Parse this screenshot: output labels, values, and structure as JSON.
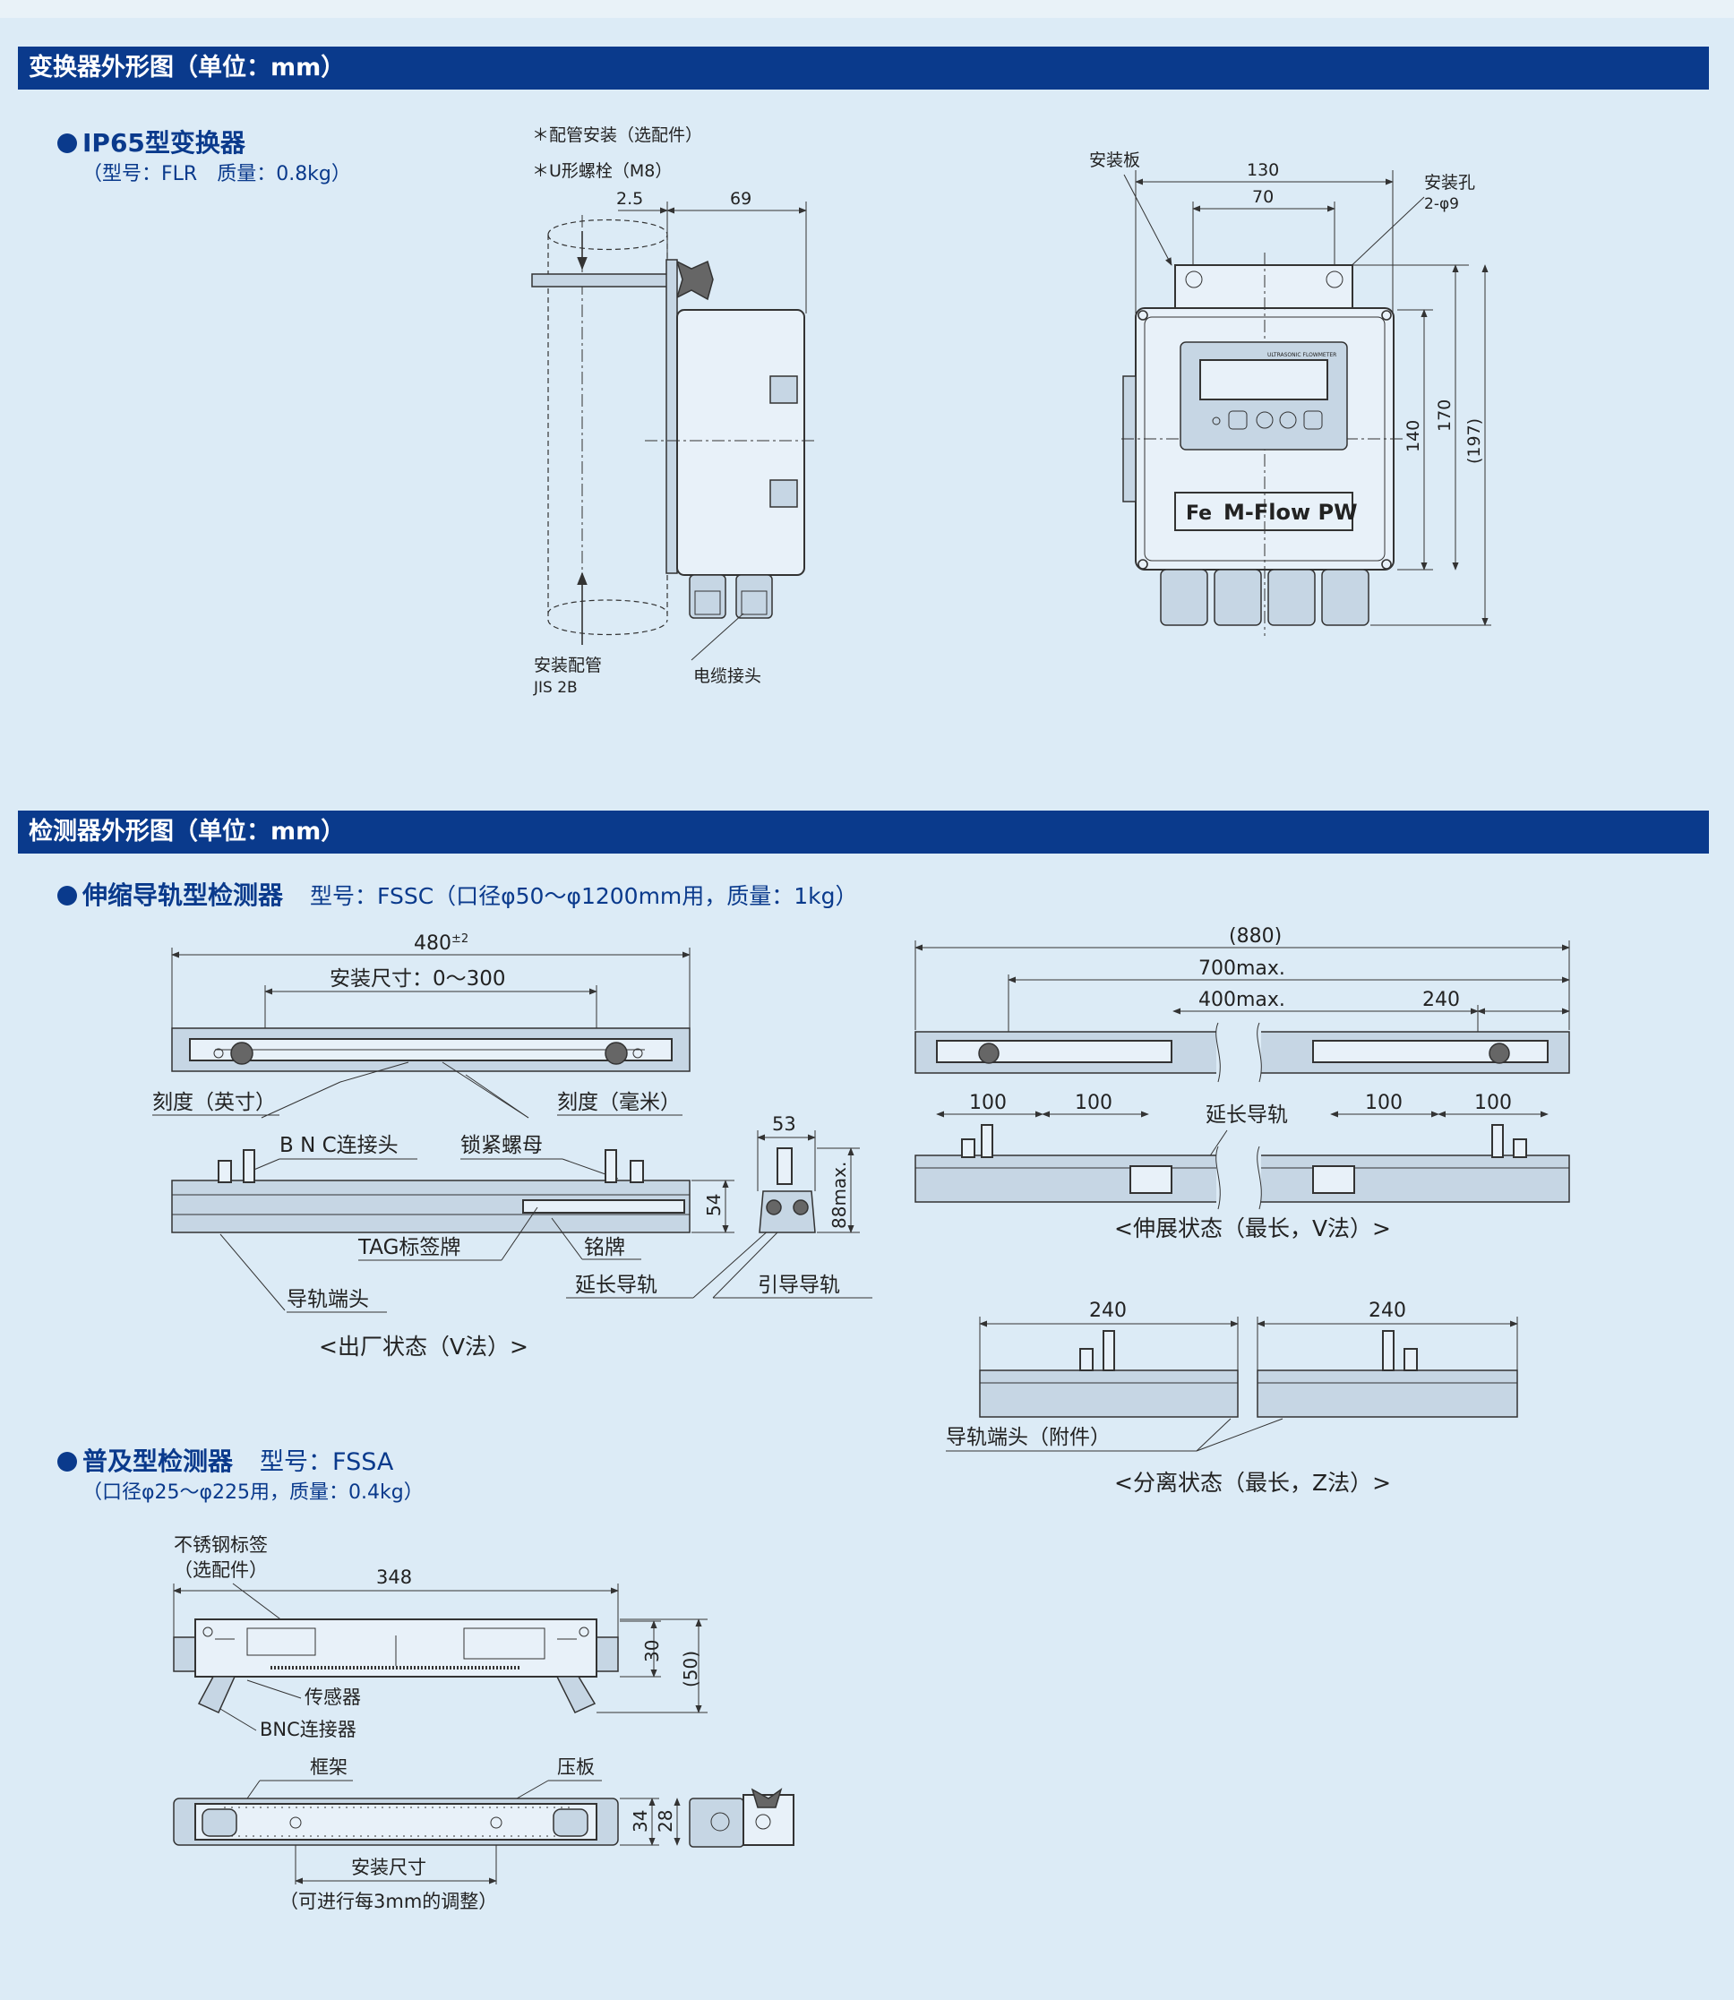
{
  "converter_section": {
    "bar_title": "变换器外形图（单位：mm）",
    "model_title": "IP65型变换器",
    "model_sub": "（型号：FLR　质量：0.8kg）",
    "side": {
      "note_pipe_mount": "＊配管安装（选配件）",
      "note_ubolt": "＊U形螺栓（M8）",
      "dim_a": "2.5",
      "dim_b": "69",
      "pipe_label": "安装配管",
      "pipe_std": "JIS 2B",
      "cable_label": "电缆接头"
    },
    "front": {
      "plate_label": "安装板",
      "hole_label": "安装孔",
      "hole_spec": "2-φ9",
      "dim_width": "130",
      "dim_hole": "70",
      "dim_h1": "140",
      "dim_h2": "170",
      "dim_h3": "(197)",
      "brand": "M-Flow PW",
      "display_caption": "ULTRASONIC FLOWMETER"
    }
  },
  "detector_section": {
    "bar_title": "检测器外形图（单位：mm）",
    "rail_title": "伸缩导轨型检测器",
    "rail_model": "型号：FSSC（口径φ50～φ1200mm用，质量：1kg）",
    "factory": {
      "dim_total": "480",
      "dim_total_tol": "±2",
      "dim_install": "安装尺寸：0～300",
      "scale_inch": "刻度（英寸）",
      "scale_mm": "刻度（毫米）",
      "bnc": "B N C连接头",
      "lock_nut": "锁紧螺母",
      "tag": "TAG标签牌",
      "nameplate": "铭牌",
      "rail_end": "导轨端头",
      "ext_rail": "延长导轨",
      "guide_rail": "引导导轨",
      "dim_height": "54",
      "dim_w53": "53",
      "dim_88": "88max.",
      "caption": "<出厂状态（V法）>"
    },
    "extended": {
      "dim_880": "(880)",
      "dim_700": "700max.",
      "dim_400": "400max.",
      "dim_240": "240",
      "dim_100s": [
        "100",
        "100",
        "100",
        "100"
      ],
      "ext_rail": "延长导轨",
      "caption": "<伸展状态（最长，V法）>"
    },
    "separated": {
      "dim_left": "240",
      "dim_right": "240",
      "rail_end_acc": "导轨端头（附件）",
      "caption": "<分离状态（最长，Z法）>"
    },
    "basic_title": "普及型检测器",
    "basic_model": "型号：FSSA",
    "basic_sub": "（口径φ25～φ225用，质量：0.4kg）",
    "basic": {
      "ss_tag": "不锈钢标签",
      "ss_tag_sub": "（选配件）",
      "dim_348": "348",
      "dim_30": "30",
      "dim_50": "(50)",
      "sensor": "传感器",
      "bnc": "BNC连接器",
      "frame": "框架",
      "press": "压板",
      "dim_34": "34",
      "dim_28": "28",
      "install": "安装尺寸",
      "install_sub": "（可进行每3mm的调整）"
    }
  },
  "colors": {
    "bar": "#0a3a8c",
    "bg": "#dcebf6"
  }
}
